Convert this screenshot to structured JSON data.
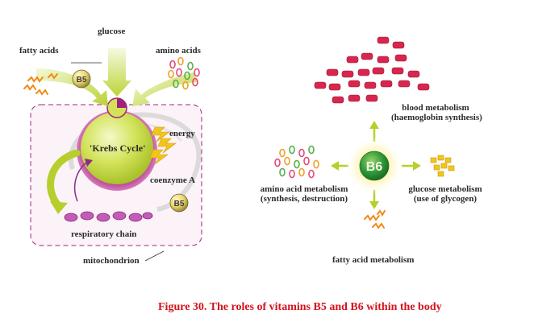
{
  "left_diagram": {
    "labels": {
      "glucose": "glucose",
      "fatty_acids": "fatty acids",
      "amino_acids": "amino acids",
      "energy": "energy",
      "krebs_cycle": "'Krebs Cycle'",
      "coenzyme_a": "coenzyme A",
      "respiratory_chain": "respiratory chain",
      "mitochondrion": "mitochondrion"
    },
    "badges": {
      "b5_top": "B5",
      "b5_bottom": "B5"
    }
  },
  "right_diagram": {
    "center_badge": "B6",
    "labels": {
      "blood_line1": "blood metabolism",
      "blood_line2": "(haemoglobin synthesis)",
      "amino_line1": "amino acid metabolism",
      "amino_line2": "(synthesis, destruction)",
      "glucose_line1": "glucose metabolism",
      "glucose_line2": "(use of glycogen)",
      "fatty": "fatty acid metabolism"
    }
  },
  "caption": "Figure 30. The roles of vitamins B5 and B6 within the body",
  "colors": {
    "lime": "#c9dc3a",
    "magenta": "#a3217d",
    "red_cell": "#d8264f",
    "caption_red": "#d4121b",
    "gold": "#f2c51a",
    "b6_green": "#2f9a3a"
  }
}
